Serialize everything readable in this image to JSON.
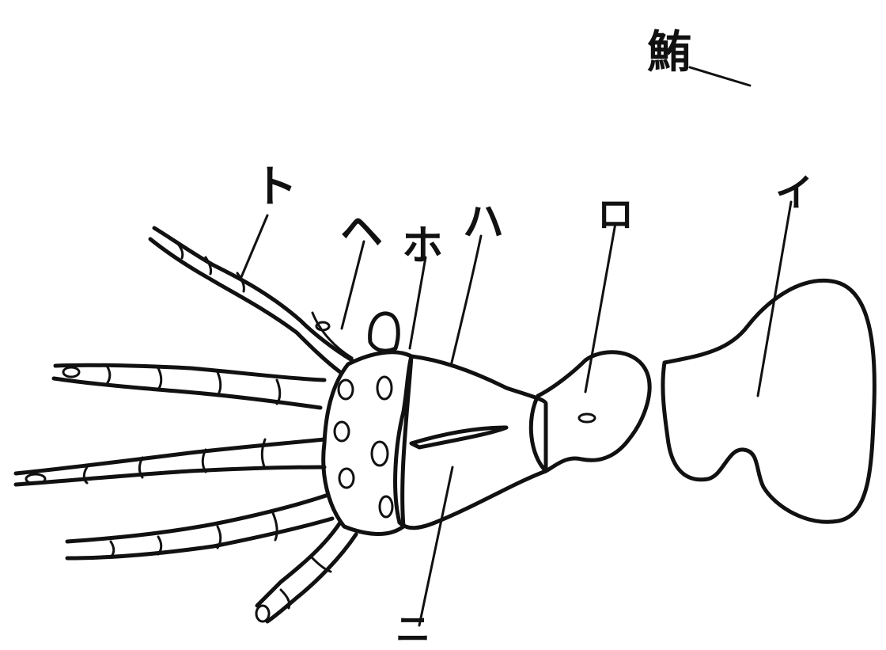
{
  "figure": {
    "title": "鮪",
    "labels": {
      "i": "イ",
      "ro": "ロ",
      "ha": "ハ",
      "ni": "ニ",
      "ho": "ホ",
      "he": "ヘ",
      "to": "ト"
    }
  },
  "colors": {
    "ink": "#111111",
    "paper": "#ffffff"
  }
}
